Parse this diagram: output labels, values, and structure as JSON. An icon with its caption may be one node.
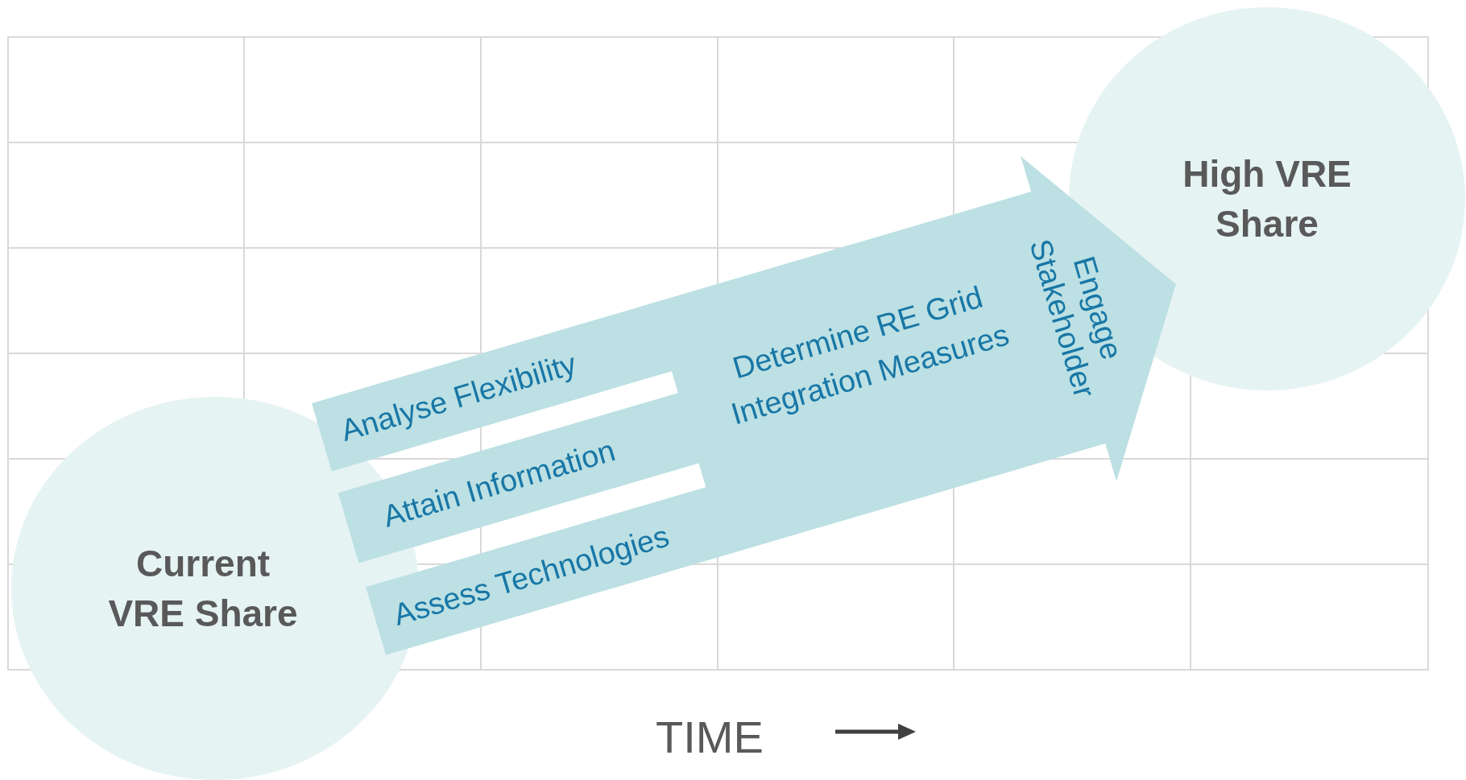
{
  "diagram": {
    "nodes": [
      {
        "text": [
          "Current VRE Share"
        ]
      },
      {
        "text": [
          "High VRE Share"
        ]
      },
      {
        "text": [
          "Determine RE Grid Integration Measures"
        ]
      },
      {
        "text": [
          "Analyse Flexibility"
        ],
        "in": 2
      },
      {
        "text": [
          "Attain Information"
        ],
        "in": 2
      },
      {
        "text": [
          "Assess Technologies"
        ],
        "in": 2
      },
      {
        "text": [
          "Engage Stakeholder"
        ],
        "in": 2
      }
    ],
    "labels": [
      "TIME"
    ]
  }
}
